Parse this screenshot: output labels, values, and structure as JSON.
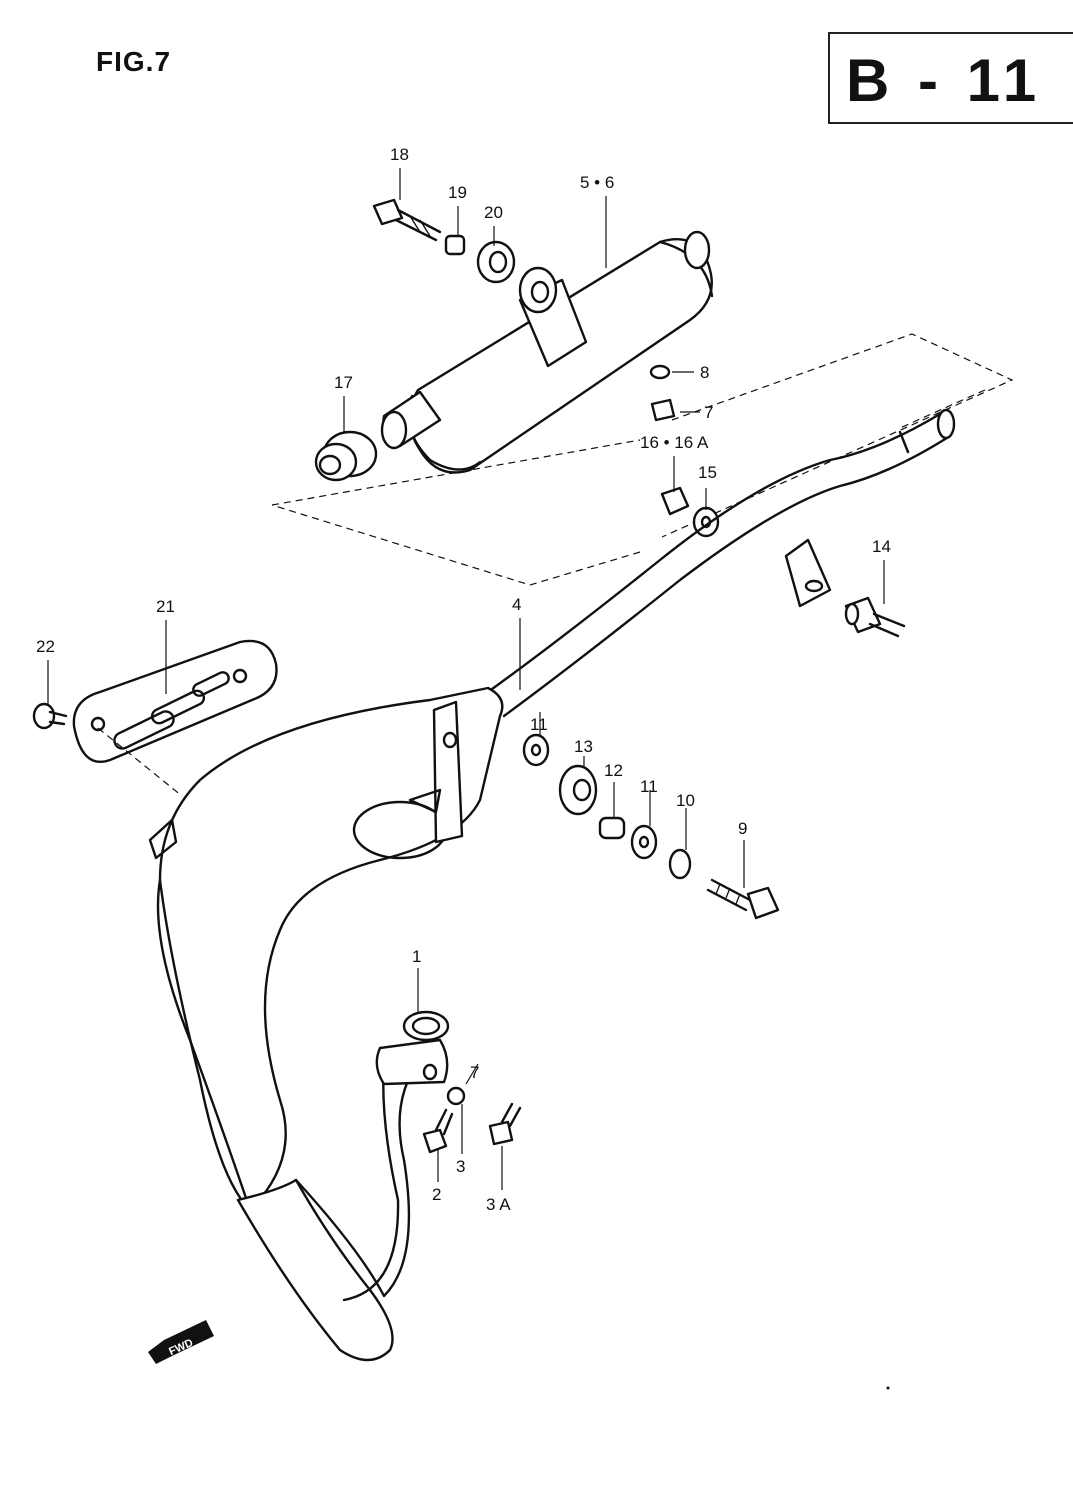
{
  "header": {
    "figure": "FIG.7",
    "page_code": "B - 11"
  },
  "callouts": [
    {
      "id": "c1",
      "label": "1"
    },
    {
      "id": "c2",
      "label": "2"
    },
    {
      "id": "c3",
      "label": "3"
    },
    {
      "id": "c3a",
      "label": "3 A"
    },
    {
      "id": "c4",
      "label": "4"
    },
    {
      "id": "c56",
      "label": "5 • 6"
    },
    {
      "id": "c7",
      "label": "7"
    },
    {
      "id": "c7b",
      "label": "7"
    },
    {
      "id": "c8",
      "label": "8"
    },
    {
      "id": "c9",
      "label": "9"
    },
    {
      "id": "c10",
      "label": "10"
    },
    {
      "id": "c11",
      "label": "11"
    },
    {
      "id": "c11b",
      "label": "11"
    },
    {
      "id": "c12",
      "label": "12"
    },
    {
      "id": "c13",
      "label": "13"
    },
    {
      "id": "c14",
      "label": "14"
    },
    {
      "id": "c15",
      "label": "15"
    },
    {
      "id": "c16",
      "label": "16 • 16 A"
    },
    {
      "id": "c17",
      "label": "17"
    },
    {
      "id": "c18",
      "label": "18"
    },
    {
      "id": "c19",
      "label": "19"
    },
    {
      "id": "c20",
      "label": "20"
    },
    {
      "id": "c21",
      "label": "21"
    },
    {
      "id": "c22",
      "label": "22"
    }
  ],
  "fwd_marker": "FWD"
}
